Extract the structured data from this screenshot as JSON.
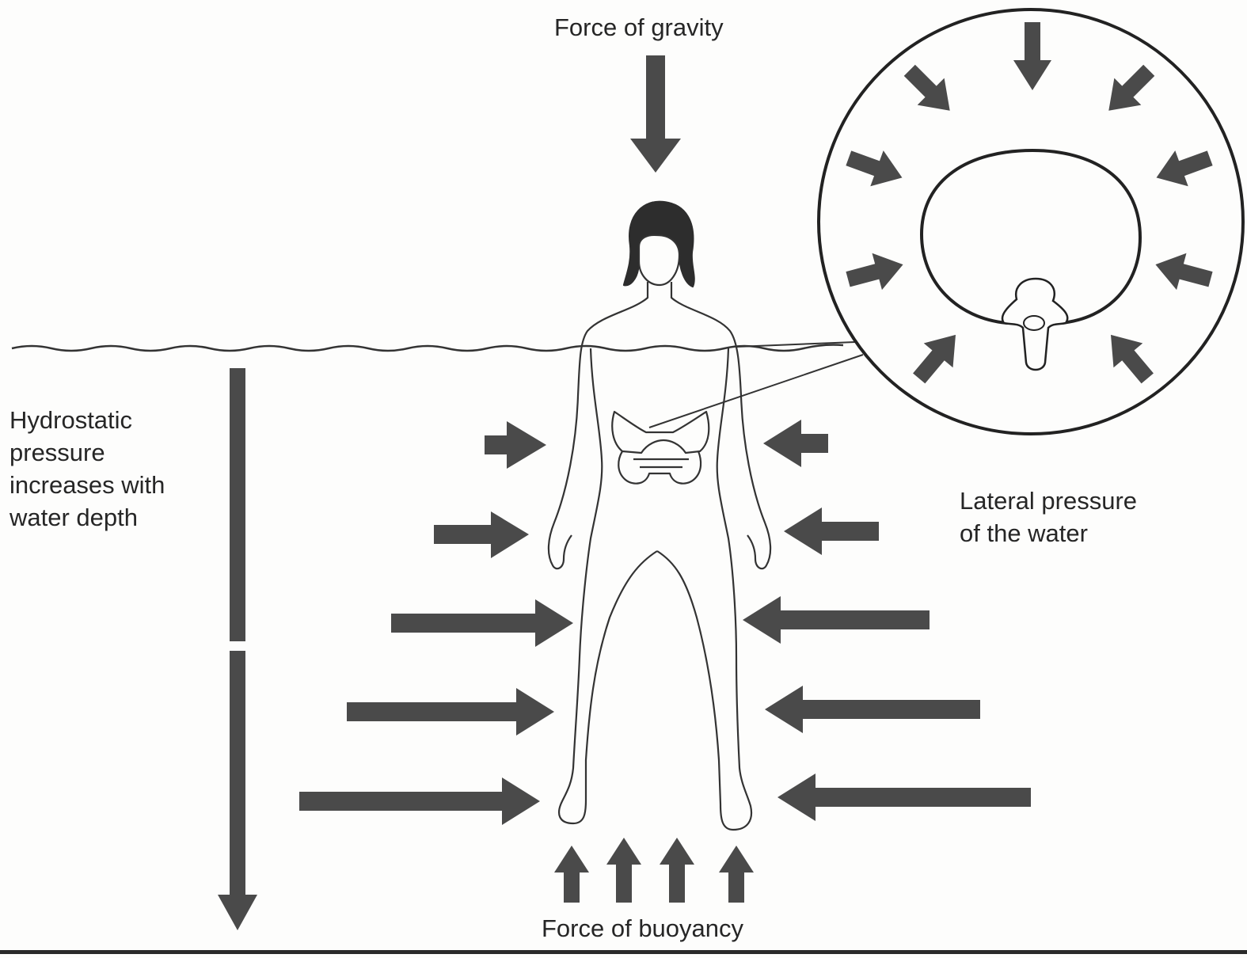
{
  "labels": {
    "gravity": "Force of gravity",
    "hydrostatic": "Hydrostatic\npressure\nincreases with\nwater depth",
    "lateral": "Lateral pressure\nof the water",
    "buoyancy": "Force of buoyancy"
  },
  "colors": {
    "arrow": "#4a4a4a",
    "line": "#333333",
    "paper": "#fdfdfc"
  },
  "icons": {
    "figure": "human-body-outline",
    "pelvis": "pelvis",
    "inset": "magnified-cross-section",
    "vertebra": "vertebra"
  }
}
